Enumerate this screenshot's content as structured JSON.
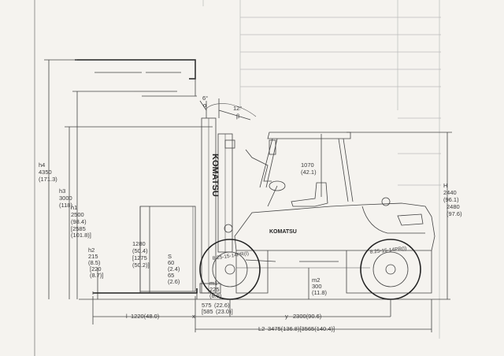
{
  "diagram": {
    "brand": "KOMATSU",
    "brand_small": "KOMATSU",
    "tyre_front": "8.25-15-14PR(I)",
    "tyre_rear": "8.25-15-14PR(I)",
    "dimensions": {
      "h4": {
        "code": "h4",
        "mm": "4350",
        "in": "(171.3)"
      },
      "h3": {
        "code": "h3",
        "mm": "3000",
        "in": "(118)"
      },
      "h1": {
        "code": "h1",
        "mm": "2500",
        "in": "(98.4)",
        "alt": "[2585",
        "alt_in": "(101.8)]"
      },
      "h2": {
        "code": "h2",
        "mm": "215",
        "in": "(8.5)",
        "alt": "[220",
        "alt_in": "(8.7)]"
      },
      "fork": {
        "mm": "1280",
        "in": "(50.4)",
        "alt": "[1275",
        "alt_in": "(50.2)]"
      },
      "s": {
        "code": "S",
        "mm": "60",
        "in": "(2.4)",
        "alt": "65",
        "alt_in": "(2.6)"
      },
      "m1": {
        "code": "m1",
        "mm": "225",
        "in": "(8.9)"
      },
      "m2": {
        "code": "m2",
        "mm": "300",
        "in": "(11.8)"
      },
      "guard": {
        "mm": "1070",
        "in": "(42.1)"
      },
      "H": {
        "code": "H",
        "mm": "2440",
        "in": "(96.1)",
        "alt": "2480",
        "alt_in": "(97.6)"
      },
      "x": {
        "code": "x",
        "mm": "575",
        "in": "(22.6)",
        "alt": "[585",
        "alt_in": "(23.0)]"
      },
      "y": {
        "code": "y",
        "text": "2300(90.6)"
      },
      "l": {
        "code": "l",
        "text": "1220(48.0)"
      },
      "L2": {
        "code": "L2",
        "text": "3475(136.8)[3565(140.4)]"
      },
      "tilt_fwd": {
        "code": "α",
        "deg": "6°"
      },
      "tilt_back": {
        "code": "β",
        "deg": "12°"
      }
    }
  }
}
